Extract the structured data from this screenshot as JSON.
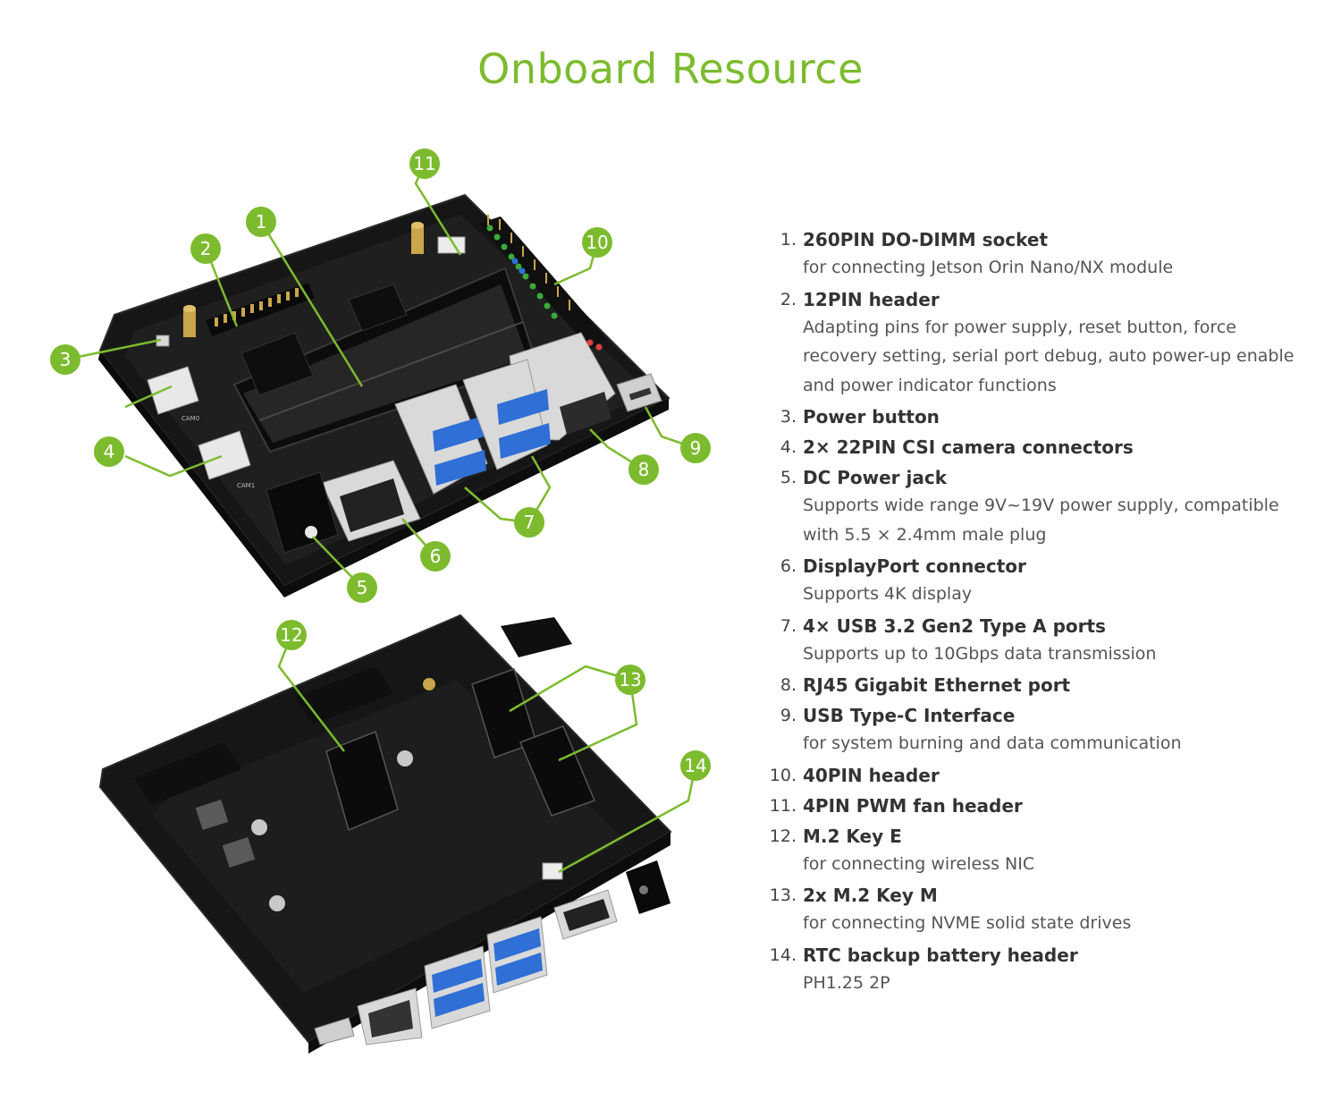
{
  "title": "Onboard Resource",
  "colors": {
    "accent": "#7cbb2e",
    "board": "#151515",
    "port_blue": "#2f6fd6"
  },
  "callouts": [
    "1",
    "2",
    "3",
    "4",
    "5",
    "6",
    "7",
    "8",
    "9",
    "10",
    "11",
    "12",
    "13",
    "14"
  ],
  "board_silk": {
    "label_a": "CAM0",
    "label_b": "CAM1"
  },
  "resources": [
    {
      "num": "1.",
      "title": "260PIN DO-DIMM socket",
      "desc": [
        "for connecting Jetson Orin Nano/NX module"
      ]
    },
    {
      "num": "2.",
      "title": "12PIN header",
      "desc": [
        "Adapting pins for power supply, reset button, force",
        "recovery setting, serial port debug, auto power-up enable",
        "and power indicator functions"
      ]
    },
    {
      "num": "3.",
      "title": "Power button",
      "desc": []
    },
    {
      "num": "4.",
      "title": "2× 22PIN CSI camera connectors",
      "desc": []
    },
    {
      "num": "5.",
      "title": "DC Power jack",
      "desc": [
        "Supports wide range 9V~19V power supply, compatible",
        "with 5.5 × 2.4mm male plug"
      ]
    },
    {
      "num": "6.",
      "title": "DisplayPort connector",
      "desc": [
        "Supports 4K display"
      ]
    },
    {
      "num": "7.",
      "title": "4× USB 3.2 Gen2 Type A ports",
      "desc": [
        "Supports up to 10Gbps data transmission"
      ]
    },
    {
      "num": "8.",
      "title": "RJ45 Gigabit Ethernet port",
      "desc": []
    },
    {
      "num": "9.",
      "title": "USB Type-C Interface",
      "desc": [
        "for system burning and data communication"
      ]
    },
    {
      "num": "10.",
      "title": "40PIN header",
      "desc": []
    },
    {
      "num": "11.",
      "title": "4PIN PWM fan header",
      "desc": []
    },
    {
      "num": "12.",
      "title": "M.2 Key E",
      "desc": [
        "for connecting wireless NIC"
      ]
    },
    {
      "num": "13.",
      "title": "2x M.2 Key M",
      "desc": [
        "for connecting NVME solid state drives"
      ]
    },
    {
      "num": "14.",
      "title": "RTC backup battery header",
      "desc": [
        "PH1.25 2P"
      ]
    }
  ]
}
